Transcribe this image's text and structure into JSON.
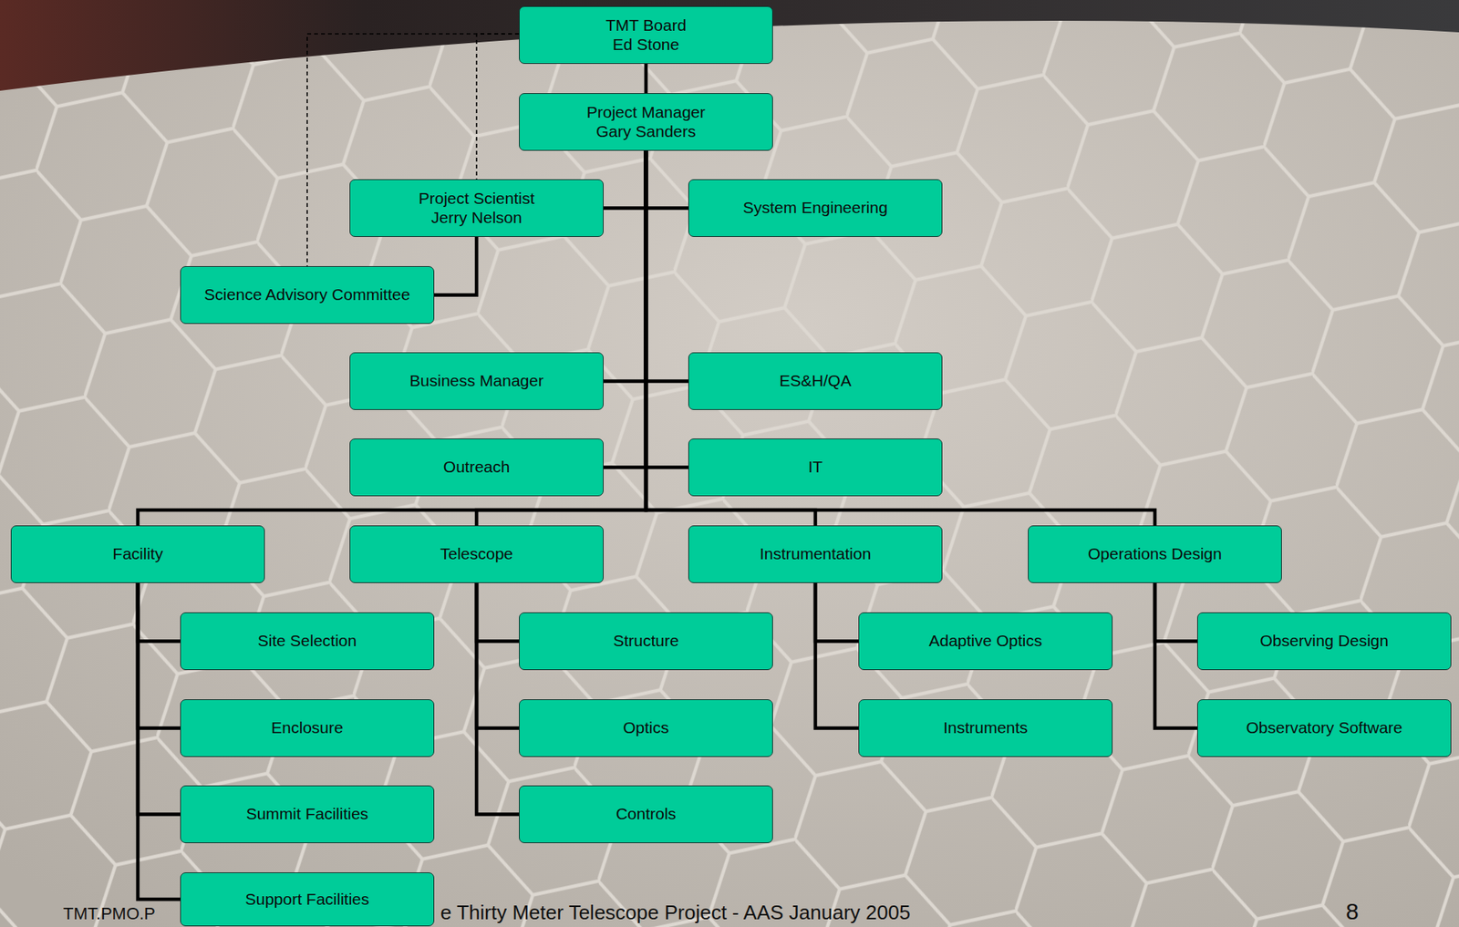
{
  "diagram": {
    "nodes": [
      {
        "text": [
          "TMT Board",
          "Ed Stone"
        ]
      },
      {
        "text": [
          "Project Manager",
          "Gary Sanders"
        ]
      },
      {
        "text": [
          "Project Scientist",
          "Jerry Nelson"
        ]
      },
      {
        "text": [
          "System Engineering"
        ]
      },
      {
        "text": [
          "Science Advisory Committee"
        ]
      },
      {
        "text": [
          "Business Manager"
        ]
      },
      {
        "text": [
          "ES&H/QA"
        ]
      },
      {
        "text": [
          "Outreach"
        ]
      },
      {
        "text": [
          "IT"
        ]
      },
      {
        "text": [
          "Facility"
        ]
      },
      {
        "text": [
          "Telescope"
        ]
      },
      {
        "text": [
          "Instrumentation"
        ]
      },
      {
        "text": [
          "Operations Design"
        ]
      },
      {
        "text": [
          "Site Selection"
        ]
      },
      {
        "text": [
          "Structure"
        ]
      },
      {
        "text": [
          "Adaptive Optics"
        ]
      },
      {
        "text": [
          "Observing Design"
        ]
      },
      {
        "text": [
          "Enclosure"
        ]
      },
      {
        "text": [
          "Optics"
        ]
      },
      {
        "text": [
          "Instruments"
        ]
      },
      {
        "text": [
          "Observatory Software"
        ]
      },
      {
        "text": [
          "Summit Facilities"
        ]
      },
      {
        "text": [
          "Controls"
        ]
      },
      {
        "text": [
          "Support Facilities"
        ]
      }
    ],
    "edges": [
      {
        "from": 0,
        "to": 1,
        "arrow": "none"
      },
      {
        "from": 0,
        "to": 2,
        "arrow": "none"
      },
      {
        "from": 0,
        "to": 4,
        "arrow": "none"
      },
      {
        "from": 1,
        "to": 2,
        "arrow": "none"
      },
      {
        "from": 1,
        "to": 3,
        "arrow": "none"
      },
      {
        "from": 2,
        "to": 4,
        "arrow": "none"
      },
      {
        "from": 1,
        "to": 5,
        "arrow": "none"
      },
      {
        "from": 1,
        "to": 6,
        "arrow": "none"
      },
      {
        "from": 1,
        "to": 7,
        "arrow": "none"
      },
      {
        "from": 1,
        "to": 8,
        "arrow": "none"
      },
      {
        "from": 1,
        "to": 9,
        "arrow": "none"
      },
      {
        "from": 1,
        "to": 10,
        "arrow": "none"
      },
      {
        "from": 1,
        "to": 11,
        "arrow": "none"
      },
      {
        "from": 1,
        "to": 12,
        "arrow": "none"
      },
      {
        "from": 9,
        "to": 13,
        "arrow": "none"
      },
      {
        "from": 9,
        "to": 17,
        "arrow": "none"
      },
      {
        "from": 9,
        "to": 21,
        "arrow": "none"
      },
      {
        "from": 9,
        "to": 23,
        "arrow": "none"
      },
      {
        "from": 10,
        "to": 14,
        "arrow": "none"
      },
      {
        "from": 10,
        "to": 18,
        "arrow": "none"
      },
      {
        "from": 10,
        "to": 22,
        "arrow": "none"
      },
      {
        "from": 11,
        "to": 15,
        "arrow": "none"
      },
      {
        "from": 11,
        "to": 19,
        "arrow": "none"
      },
      {
        "from": 12,
        "to": 16,
        "arrow": "none"
      },
      {
        "from": 12,
        "to": 20,
        "arrow": "none"
      }
    ],
    "labels": [
      "TMT.PMO.P",
      "e Thirty Meter Telescope Project - AAS January 2005",
      "8"
    ]
  }
}
